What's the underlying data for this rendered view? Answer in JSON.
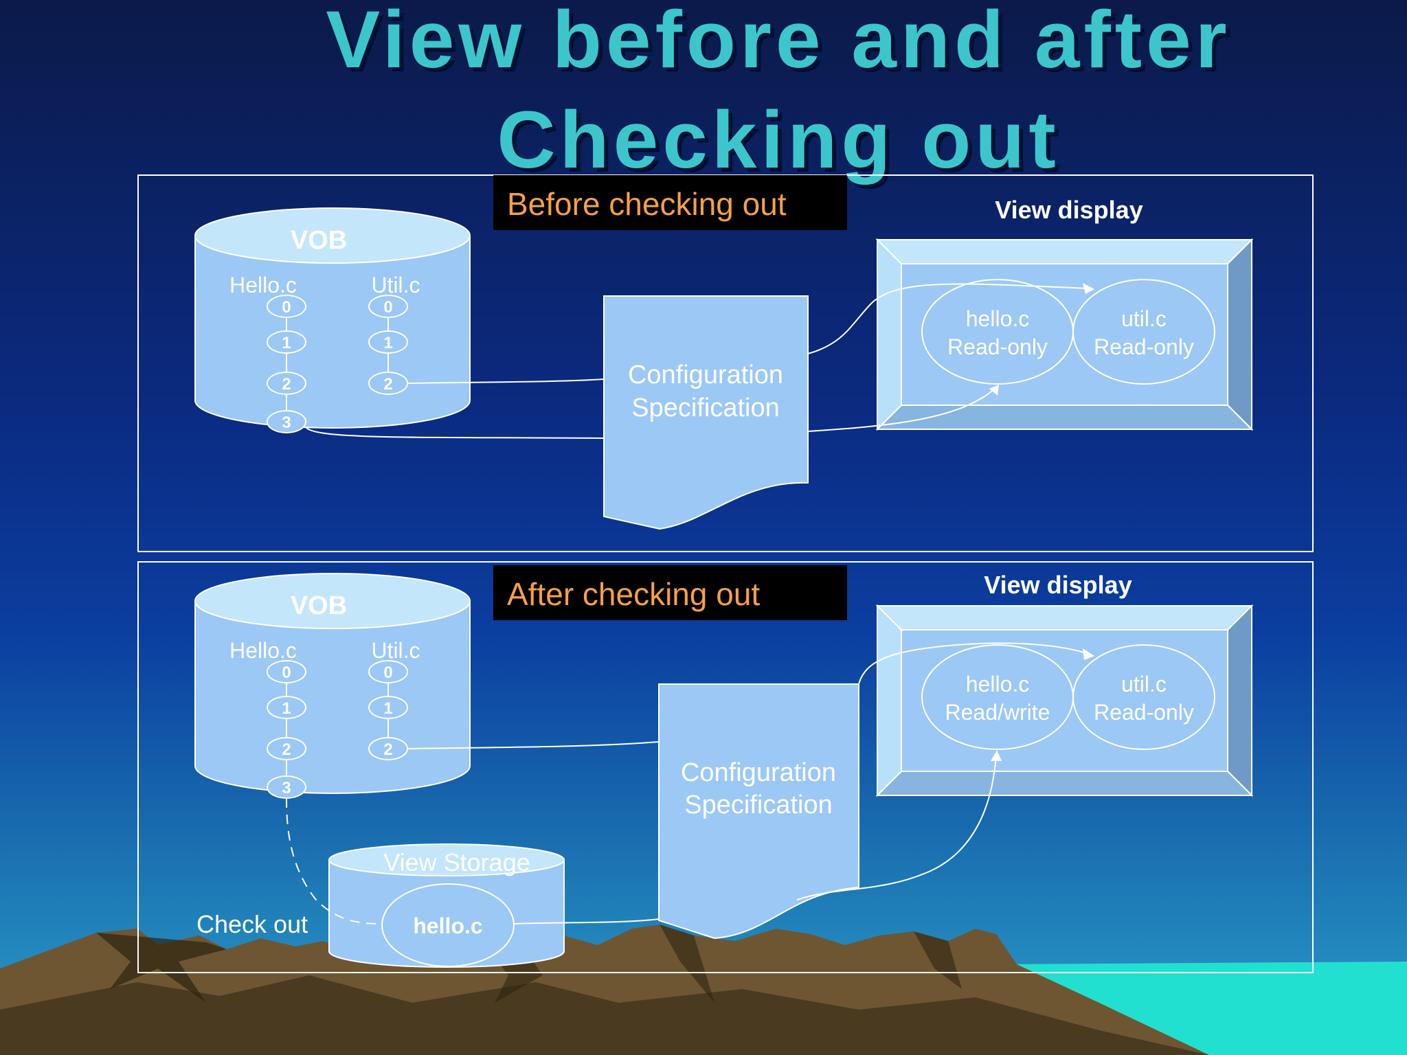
{
  "slide": {
    "title_line1": "View before and after",
    "title_line2": "Checking out"
  },
  "before": {
    "heading": "Before checking out",
    "vob_label": "VOB",
    "file1_name": "Hello.c",
    "file2_name": "Util.c",
    "file1_versions": [
      "0",
      "1",
      "2",
      "3"
    ],
    "file2_versions": [
      "0",
      "1",
      "2"
    ],
    "config_line1": "Configuration",
    "config_line2": "Specification",
    "view_display_label": "View display",
    "view_file1_name": "hello.c",
    "view_file1_mode": "Read-only",
    "view_file2_name": "util.c",
    "view_file2_mode": "Read-only"
  },
  "after": {
    "heading": "After checking out",
    "vob_label": "VOB",
    "file1_name": "Hello.c",
    "file2_name": "Util.c",
    "file1_versions": [
      "0",
      "1",
      "2",
      "3"
    ],
    "file2_versions": [
      "0",
      "1",
      "2"
    ],
    "config_line1": "Configuration",
    "config_line2": "Specification",
    "view_display_label": "View display",
    "view_file1_name": "hello.c",
    "view_file1_mode": "Read/write",
    "view_file2_name": "util.c",
    "view_file2_mode": "Read-only",
    "view_storage_label": "View Storage",
    "storage_file": "hello.c",
    "checkout_label": "Check out"
  },
  "colors": {
    "title": "#3cc6cc",
    "heading": "#f5a048",
    "shape_fill": "#9cc8f5",
    "shape_light": "#c4e6fb",
    "shape_dark": "#6f9ac8"
  }
}
